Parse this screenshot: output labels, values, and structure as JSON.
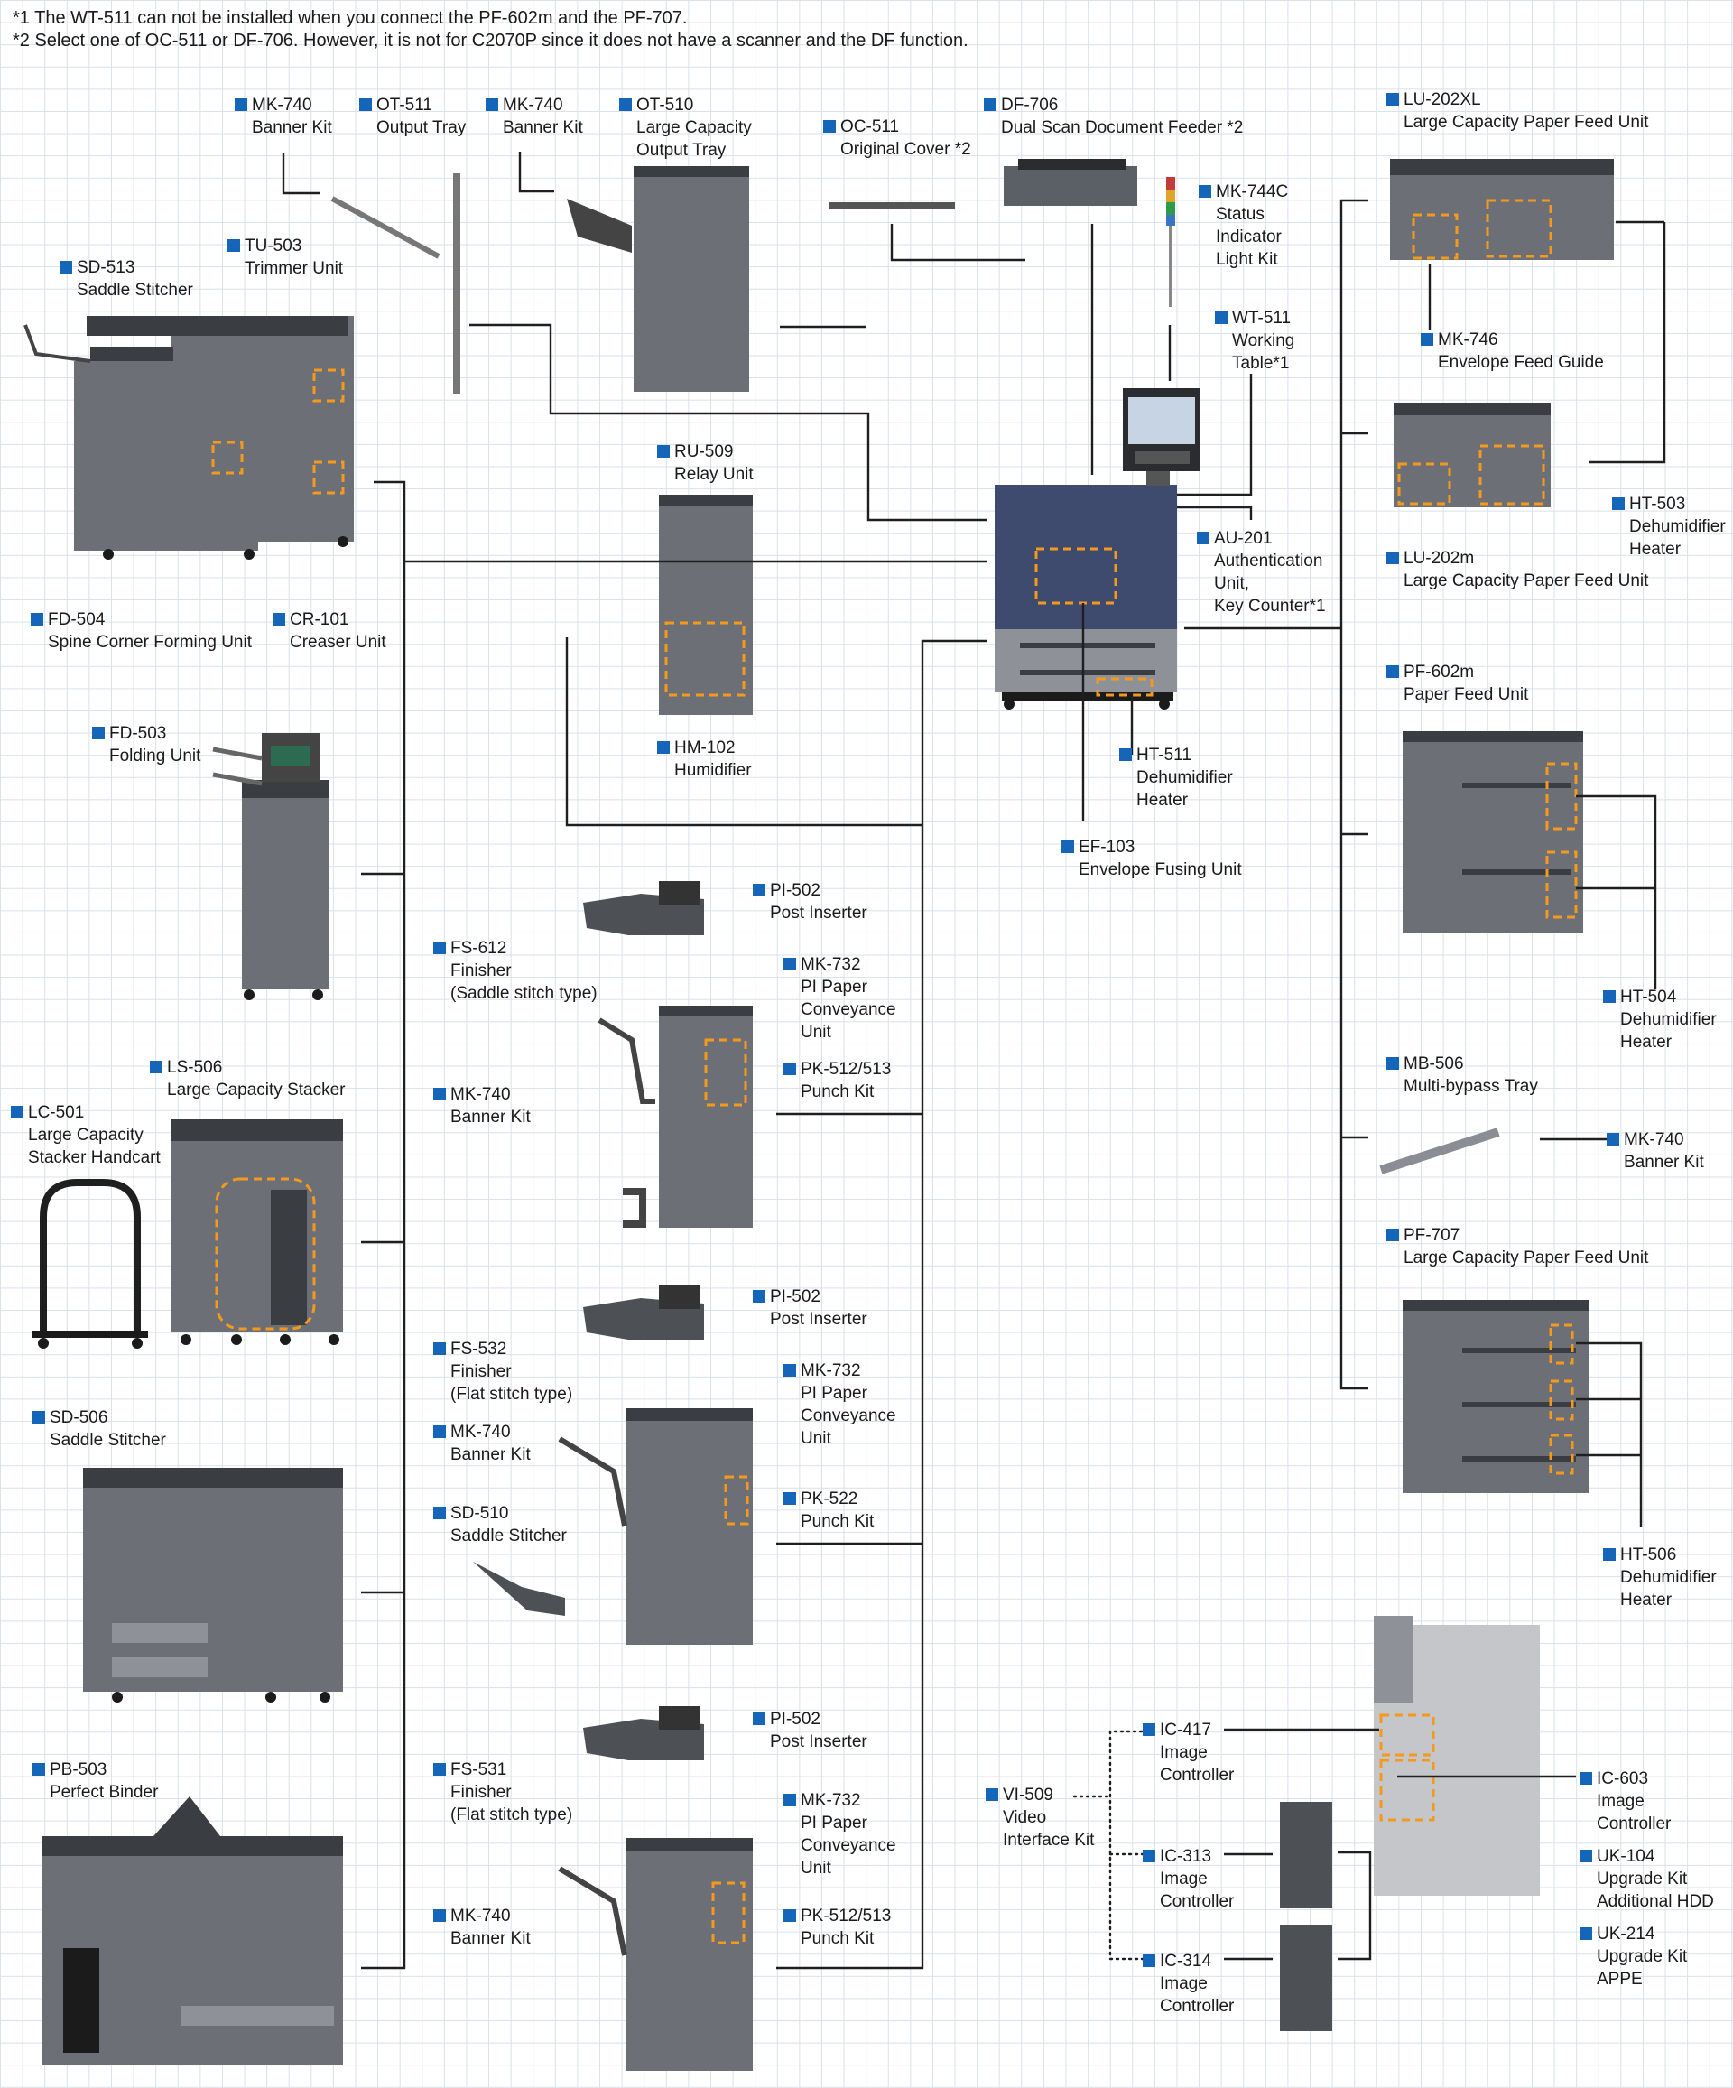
{
  "notes": {
    "note1": "*1 The WT-511 can not be installed when you connect the PF-602m and the PF-707.",
    "note2": "*2 Select one of OC-511 or DF-706. However, it is not for C2070P since it does not have a scanner and the DF function."
  },
  "options": {
    "mk740_top1": {
      "code": "MK-740",
      "name": "Banner Kit"
    },
    "ot511": {
      "code": "OT-511",
      "name": "Output Tray"
    },
    "mk740_top2": {
      "code": "MK-740",
      "name": "Banner Kit"
    },
    "ot510": {
      "code": "OT-510",
      "name1": "Large Capacity",
      "name2": "Output Tray"
    },
    "oc511": {
      "code": "OC-511",
      "name": "Original Cover *2"
    },
    "df706": {
      "code": "DF-706",
      "name": "Dual Scan Document Feeder *2"
    },
    "mk744c": {
      "code": "MK-744C",
      "name1": "Status",
      "name2": "Indicator",
      "name3": "Light Kit"
    },
    "wt511": {
      "code": "WT-511",
      "name1": "Working",
      "name2": "Table*1"
    },
    "au201": {
      "code": "AU-201",
      "name1": "Authentication",
      "name2": "Unit,",
      "name3": "Key Counter*1"
    },
    "ht511": {
      "code": "HT-511",
      "name1": "Dehumidifier",
      "name2": "Heater"
    },
    "ef103": {
      "code": "EF-103",
      "name": "Envelope Fusing Unit"
    },
    "sd513": {
      "code": "SD-513",
      "name": "Saddle Stitcher"
    },
    "tu503": {
      "code": "TU-503",
      "name": "Trimmer Unit"
    },
    "fd504": {
      "code": "FD-504",
      "name": "Spine Corner Forming Unit"
    },
    "cr101": {
      "code": "CR-101",
      "name": "Creaser Unit"
    },
    "ru509": {
      "code": "RU-509",
      "name": "Relay Unit"
    },
    "hm102": {
      "code": "HM-102",
      "name": "Humidifier"
    },
    "fd503": {
      "code": "FD-503",
      "name": "Folding Unit"
    },
    "ls506": {
      "code": "LS-506",
      "name": "Large Capacity Stacker"
    },
    "lc501": {
      "code": "LC-501",
      "name1": "Large Capacity",
      "name2": "Stacker Handcart"
    },
    "sd506": {
      "code": "SD-506",
      "name": "Saddle Stitcher"
    },
    "pb503": {
      "code": "PB-503",
      "name": "Perfect Binder"
    },
    "pi502_a": {
      "code": "PI-502",
      "name": "Post Inserter"
    },
    "mk732_a": {
      "code": "MK-732",
      "name1": "PI Paper",
      "name2": "Conveyance",
      "name3": "Unit"
    },
    "fs612": {
      "code": "FS-612",
      "name1": "Finisher",
      "name2": "(Saddle stitch type)"
    },
    "mk740_mid1": {
      "code": "MK-740",
      "name": "Banner Kit"
    },
    "pk512_a": {
      "code": "PK-512/513",
      "name": "Punch Kit"
    },
    "pi502_b": {
      "code": "PI-502",
      "name": "Post Inserter"
    },
    "mk732_b": {
      "code": "MK-732",
      "name1": "PI Paper",
      "name2": "Conveyance",
      "name3": "Unit"
    },
    "fs532": {
      "code": "FS-532",
      "name1": "Finisher",
      "name2": "(Flat stitch type)"
    },
    "mk740_mid2": {
      "code": "MK-740",
      "name": "Banner Kit"
    },
    "sd510": {
      "code": "SD-510",
      "name": "Saddle Stitcher"
    },
    "pk522": {
      "code": "PK-522",
      "name": "Punch Kit"
    },
    "pi502_c": {
      "code": "PI-502",
      "name": "Post Inserter"
    },
    "mk732_c": {
      "code": "MK-732",
      "name1": "PI Paper",
      "name2": "Conveyance",
      "name3": "Unit"
    },
    "fs531": {
      "code": "FS-531",
      "name1": "Finisher",
      "name2": "(Flat stitch type)"
    },
    "mk740_mid3": {
      "code": "MK-740",
      "name": "Banner Kit"
    },
    "pk512_b": {
      "code": "PK-512/513",
      "name": "Punch Kit"
    },
    "lu202xl": {
      "code": "LU-202XL",
      "name": "Large Capacity Paper Feed Unit"
    },
    "mk746": {
      "code": "MK-746",
      "name": "Envelope Feed Guide"
    },
    "ht503": {
      "code": "HT-503",
      "name1": "Dehumidifier",
      "name2": "Heater"
    },
    "lu202m": {
      "code": "LU-202m",
      "name": "Large Capacity Paper Feed Unit"
    },
    "pf602m": {
      "code": "PF-602m",
      "name": "Paper Feed Unit"
    },
    "ht504": {
      "code": "HT-504",
      "name1": "Dehumidifier",
      "name2": "Heater"
    },
    "mb506": {
      "code": "MB-506",
      "name": "Multi-bypass Tray"
    },
    "mk740_right": {
      "code": "MK-740",
      "name": "Banner Kit"
    },
    "pf707": {
      "code": "PF-707",
      "name": "Large Capacity Paper Feed Unit"
    },
    "ht506": {
      "code": "HT-506",
      "name1": "Dehumidifier",
      "name2": "Heater"
    },
    "ic417": {
      "code": "IC-417",
      "name1": "Image",
      "name2": "Controller"
    },
    "vi509": {
      "code": "VI-509",
      "name1": "Video",
      "name2": "Interface Kit"
    },
    "ic313": {
      "code": "IC-313",
      "name1": "Image",
      "name2": "Controller"
    },
    "ic314": {
      "code": "IC-314",
      "name1": "Image",
      "name2": "Controller"
    },
    "ic603": {
      "code": "IC-603",
      "name1": "Image",
      "name2": "Controller"
    },
    "uk104": {
      "code": "UK-104",
      "name1": "Upgrade Kit",
      "name2": "Additional HDD"
    },
    "uk214": {
      "code": "UK-214",
      "name1": "Upgrade Kit",
      "name2": "APPE"
    }
  },
  "colors": {
    "label_bullet": "#1565b8",
    "device_gray": "#6c7076",
    "highlight_orange": "#f39a1e",
    "grid": "#d9e1ea"
  }
}
